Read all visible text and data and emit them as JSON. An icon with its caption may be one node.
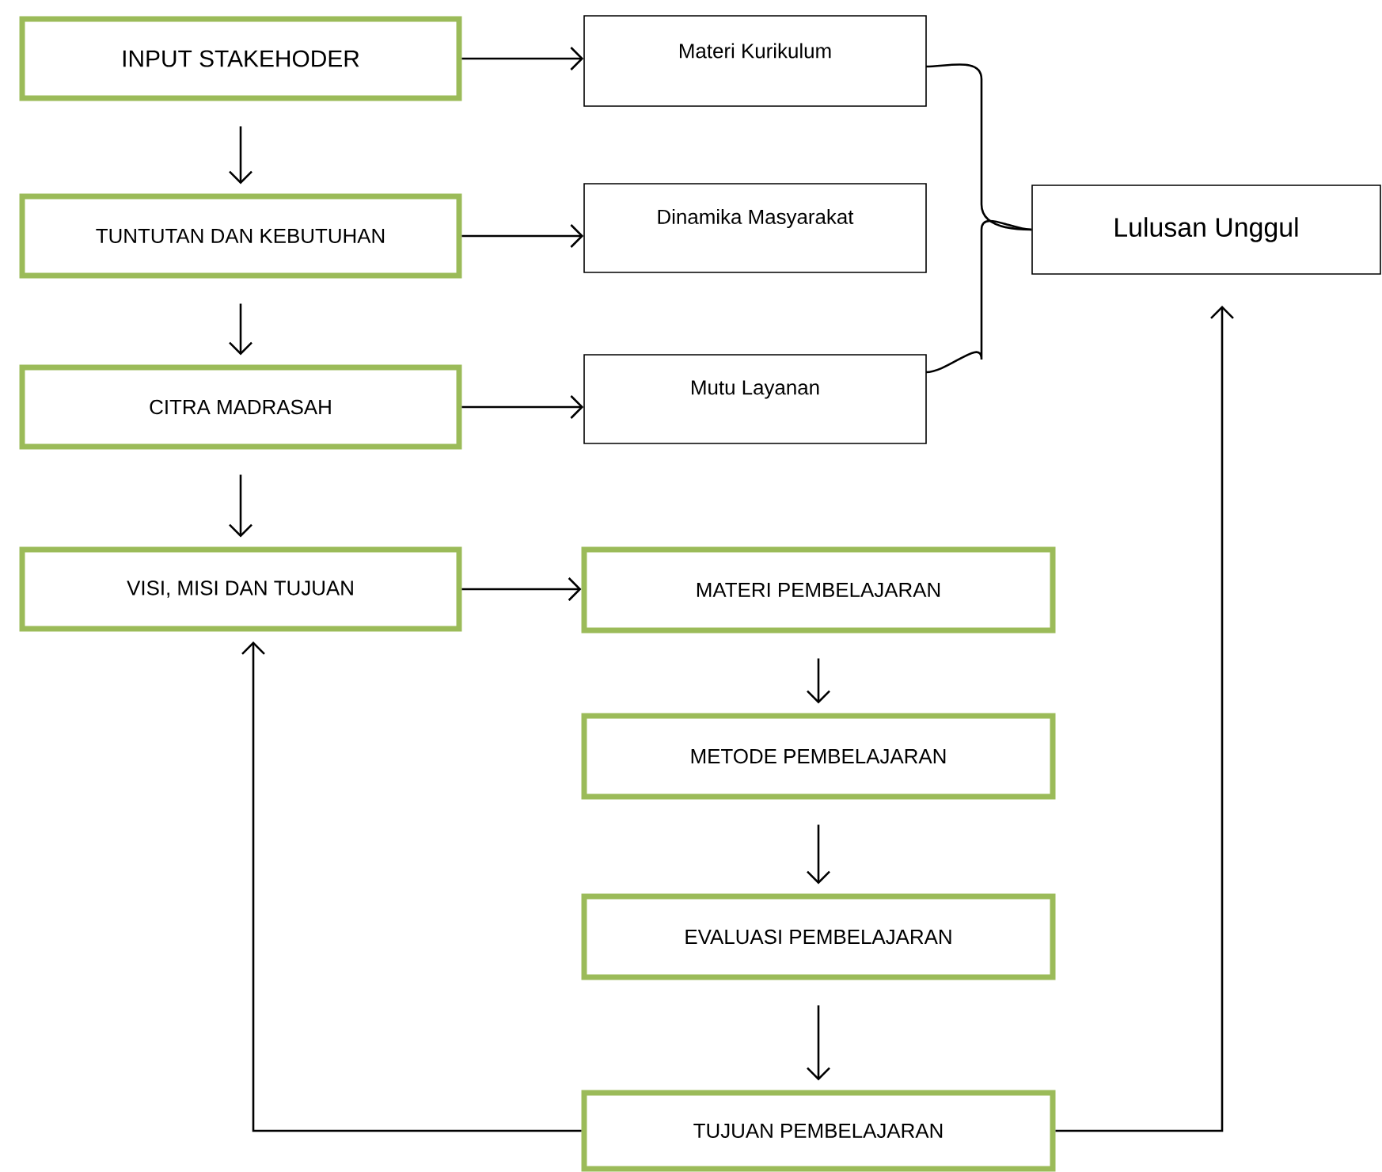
{
  "diagram": {
    "nodes": [
      {
        "text": [
          "INPUT STAKEHODER"
        ]
      },
      {
        "text": [
          "Materi Kurikulum"
        ]
      },
      {
        "text": [
          "TUNTUTAN DAN KEBUTUHAN"
        ]
      },
      {
        "text": [
          "Dinamika Masyarakat"
        ]
      },
      {
        "text": [
          "Lulusan  Unggul"
        ]
      },
      {
        "text": [
          "CITRA MADRASAH"
        ]
      },
      {
        "text": [
          "Mutu Layanan"
        ]
      },
      {
        "text": [
          "VISI, MISI DAN TUJUAN"
        ]
      },
      {
        "text": [
          "MATERI PEMBELAJARAN"
        ]
      },
      {
        "text": [
          "METODE PEMBELAJARAN"
        ]
      },
      {
        "text": [
          "EVALUASI PEMBELAJARAN"
        ]
      },
      {
        "text": [
          "TUJUAN PEMBELAJARAN"
        ]
      }
    ],
    "edges": [
      {
        "from": 0,
        "to": 1,
        "arrow": "to"
      },
      {
        "from": 0,
        "to": 2,
        "arrow": "to"
      },
      {
        "from": 2,
        "to": 3,
        "arrow": "to"
      },
      {
        "from": 2,
        "to": 5,
        "arrow": "to"
      },
      {
        "from": 5,
        "to": 6,
        "arrow": "to"
      },
      {
        "from": 5,
        "to": 7,
        "arrow": "to"
      },
      {
        "from": 7,
        "to": 8,
        "arrow": "to"
      },
      {
        "from": 8,
        "to": 9,
        "arrow": "to"
      },
      {
        "from": 9,
        "to": 10,
        "arrow": "to"
      },
      {
        "from": 10,
        "to": 11,
        "arrow": "to"
      },
      {
        "from": 1,
        "to": 4,
        "arrow": "none"
      },
      {
        "from": 6,
        "to": 4,
        "arrow": "none"
      },
      {
        "from": 11,
        "to": 7,
        "arrow": "to"
      },
      {
        "from": 11,
        "to": 4,
        "arrow": "to"
      }
    ]
  }
}
